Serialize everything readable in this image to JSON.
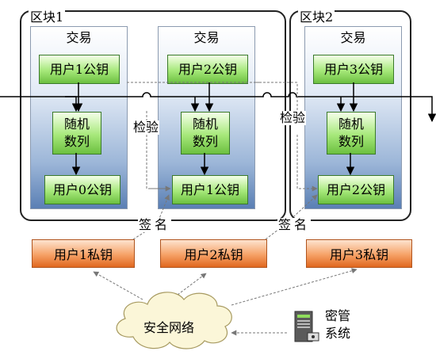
{
  "blocks": [
    {
      "label": "区块1"
    },
    {
      "label": "区块2"
    }
  ],
  "transactions": [
    {
      "label": "交易",
      "sender_key": "用户1公钥",
      "random": "随机\n数列",
      "receiver_key": "用户0公钥"
    },
    {
      "label": "交易",
      "sender_key": "用户2公钥",
      "random": "随机\n数列",
      "receiver_key": "用户1公钥"
    },
    {
      "label": "交易",
      "sender_key": "用户3公钥",
      "random": "随机\n数列",
      "receiver_key": "用户2公钥"
    }
  ],
  "verify_label": "检验",
  "sign_label": "签名",
  "private_keys": [
    "用户1私钥",
    "用户2私钥",
    "用户3私钥"
  ],
  "network_label": "安全网络",
  "key_manager_label": "密管\n系统",
  "colors": {
    "public_key_green": "#8fdc5c",
    "private_key_orange": "#f08a40",
    "transaction_blue": "#5a7fb4",
    "cloud_fill": "#fbf6d8"
  }
}
